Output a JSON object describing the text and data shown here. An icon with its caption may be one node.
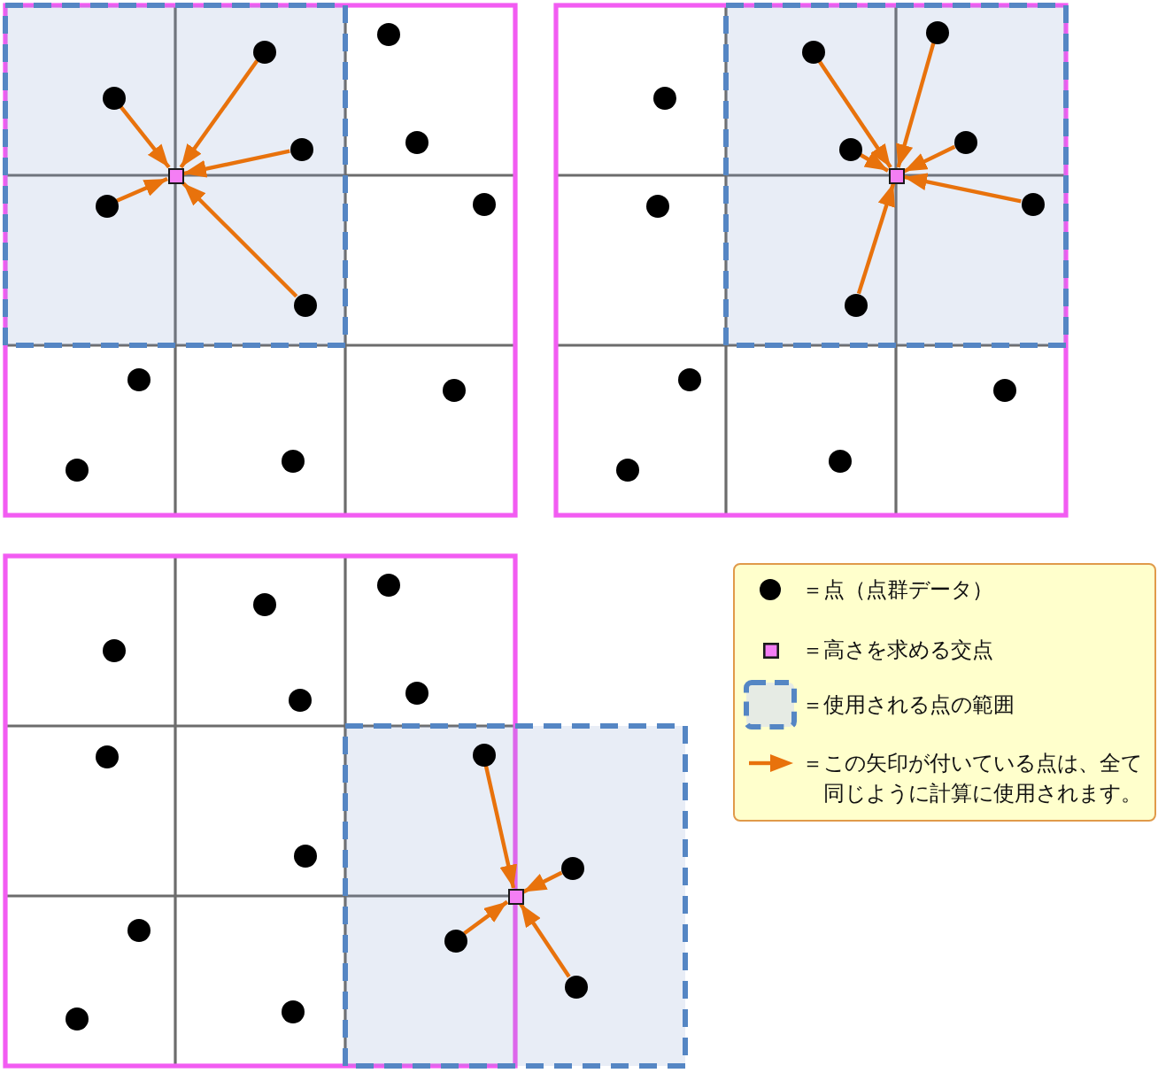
{
  "diagram": {
    "nodes": [
      {
        "text": [],
        "shape": "circle"
      },
      {
        "text": [],
        "shape": "circle"
      },
      {
        "text": [],
        "shape": "circle"
      },
      {
        "text": [],
        "shape": "circle"
      },
      {
        "text": [],
        "shape": "circle"
      },
      {
        "text": [],
        "shape": "box"
      },
      {
        "text": [],
        "shape": "circle"
      },
      {
        "text": [],
        "shape": "circle"
      },
      {
        "text": [],
        "shape": "circle"
      },
      {
        "text": [],
        "shape": "circle"
      },
      {
        "text": [],
        "shape": "circle"
      },
      {
        "text": [],
        "shape": "circle"
      },
      {
        "text": [],
        "shape": "circle"
      },
      {
        "text": [],
        "shape": "circle"
      },
      {
        "text": [],
        "shape": "circle"
      },
      {
        "text": [],
        "shape": "circle"
      },
      {
        "text": [],
        "shape": "circle"
      },
      {
        "text": [],
        "shape": "circle"
      },
      {
        "text": [],
        "shape": "box"
      },
      {
        "text": [],
        "shape": "circle"
      },
      {
        "text": [],
        "shape": "circle"
      },
      {
        "text": [],
        "shape": "circle"
      },
      {
        "text": [],
        "shape": "circle"
      },
      {
        "text": [],
        "shape": "circle"
      },
      {
        "text": [],
        "shape": "circle"
      },
      {
        "text": [],
        "shape": "circle"
      },
      {
        "text": [],
        "shape": "circle"
      },
      {
        "text": [],
        "shape": "circle"
      },
      {
        "text": [],
        "shape": "circle"
      },
      {
        "text": [],
        "shape": "circle"
      },
      {
        "text": [],
        "shape": "circle"
      },
      {
        "text": [],
        "shape": "circle"
      },
      {
        "text": [],
        "shape": "circle"
      },
      {
        "text": [],
        "shape": "circle"
      },
      {
        "text": [],
        "shape": "circle"
      },
      {
        "text": [],
        "shape": "box"
      },
      {
        "text": [],
        "shape": "circle"
      },
      {
        "text": [],
        "shape": "circle"
      },
      {
        "text": [],
        "shape": "circle"
      },
      {
        "text": [],
        "shape": "circle"
      },
      {
        "text": [],
        "shape": "circle"
      }
    ],
    "edges": [
      {
        "from": 1,
        "to": 5,
        "arrow": "to"
      },
      {
        "from": 2,
        "to": 5,
        "arrow": "to"
      },
      {
        "from": 4,
        "to": 5,
        "arrow": "to"
      },
      {
        "from": 7,
        "to": 5,
        "arrow": "to"
      },
      {
        "from": 8,
        "to": 5,
        "arrow": "to"
      },
      {
        "from": 13,
        "to": 18,
        "arrow": "to"
      },
      {
        "from": 14,
        "to": 18,
        "arrow": "to"
      },
      {
        "from": 16,
        "to": 18,
        "arrow": "to"
      },
      {
        "from": 17,
        "to": 18,
        "arrow": "to"
      },
      {
        "from": 19,
        "to": 18,
        "arrow": "to"
      },
      {
        "from": 21,
        "to": 18,
        "arrow": "to"
      },
      {
        "from": 31,
        "to": 35,
        "arrow": "to"
      },
      {
        "from": 34,
        "to": 35,
        "arrow": "to"
      },
      {
        "from": 37,
        "to": 35,
        "arrow": "to"
      },
      {
        "from": 38,
        "to": 35,
        "arrow": "to"
      }
    ],
    "legend": [
      {
        "text": "＝点（点群データ）"
      },
      {
        "text": "＝高さを求める交点"
      },
      {
        "text": "＝使用される点の範囲"
      },
      {
        "text": "＝この矢印が付いている点は、全て同じように計算に使用されます。"
      }
    ]
  }
}
